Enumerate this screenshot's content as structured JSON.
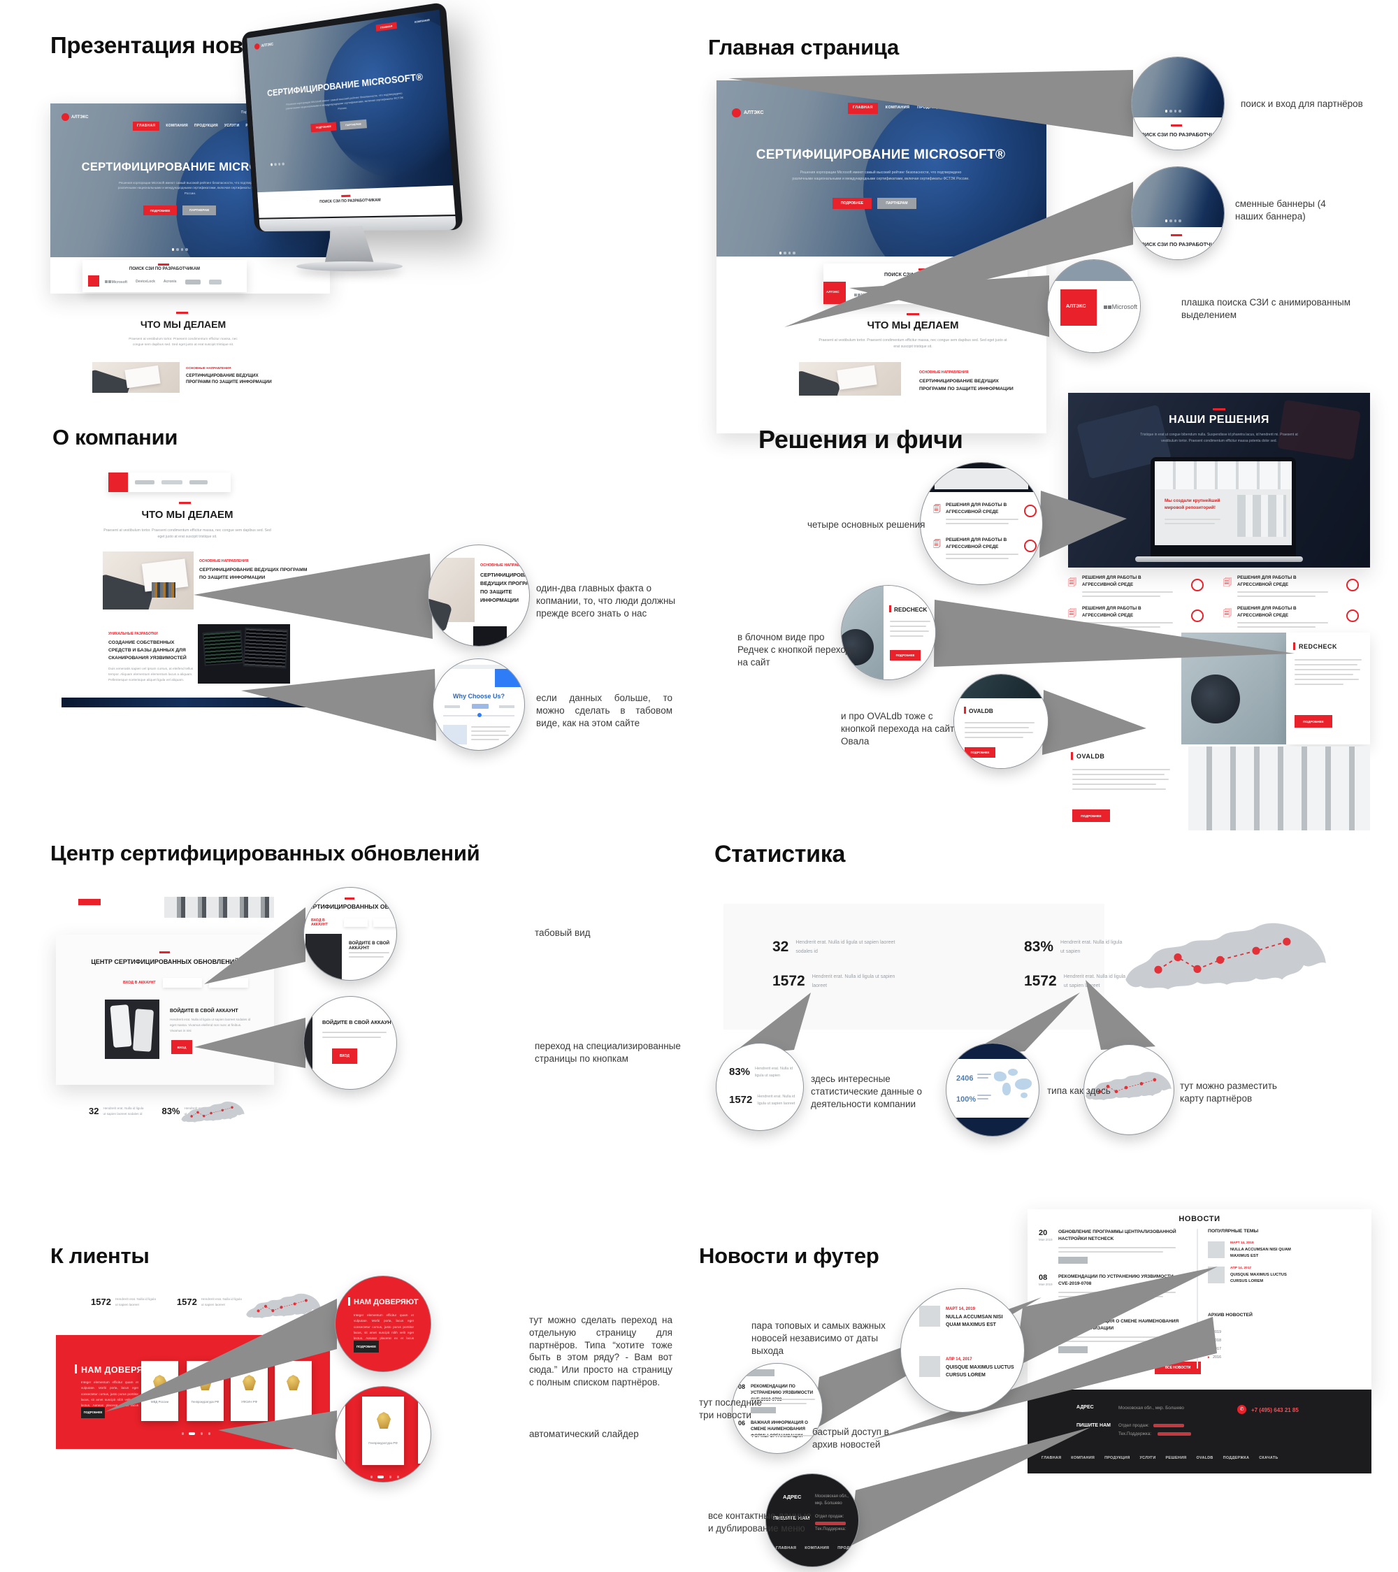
{
  "colors": {
    "accent": "#e8212a",
    "navy": "#0d2342",
    "beam": "#8d8d8d",
    "footer_bg": "#1c1c1e",
    "map_gray": "#c9cdd2"
  },
  "shared": {
    "logo_text": "АЛТЭКС",
    "partners_login": "Партнерам | Вход",
    "nav": [
      "ГЛАВНАЯ",
      "КОМПАНИЯ",
      "ПРОДУКЦИЯ",
      "УСЛУГИ",
      "РЕШЕНИЯ",
      "OVALDB",
      "ПОДДЕРЖКА",
      "СКАЧАТЬ"
    ],
    "hero_title": "СЕРТИФИЦИРОВАНИЕ MICROSOFT®",
    "hero_text": "Решения корпорации Microsoft имеют самый высокий рейтинг безопасности, что подтверждено различными национальными и международными сертификатами, включая сертификаты ФСТЭК России.",
    "btn_more": "ПОДРОБНЕЕ",
    "btn_partners": "ПАРТНЕРАМ",
    "search_szi": "ПОИСК СЗИ ПО РАЗРАБОТЧИКАМ",
    "what_we_do": "ЧТО МЫ ДЕЛАЕМ",
    "lorem": "Praesent at vestibulum tortor. Praesent condimentum efficitur massa, nec congue sem dapibus sed. Sed eget justo at erat suscipit tristique sit.",
    "dir_label": "ОСНОВНЫЕ НАПРАВЛЕНИЯ",
    "dir_title": "СЕРТИФИЦИРОВАНИЕ ВЕДУЩИХ ПРОГРАММ ПО ЗАЩИТЕ ИНФОРМАЦИИ",
    "logos": [
      "Microsoft",
      "DeviceLock",
      "Acronis"
    ],
    "ms": "Microsoft"
  },
  "presentation": {
    "title": "Презентация нового дизайна"
  },
  "home": {
    "title": "Главная страница",
    "ann_search": "поиск и вход для партнёров",
    "ann_banners": "сменные баннеры (4 наших баннера)",
    "ann_plate": "плашка поиска СЗИ с анимированным выделением"
  },
  "about": {
    "title": "О компании",
    "unique_label": "УНИКАЛЬНЫЕ РАЗРАБОТКИ",
    "unique_title": "СОЗДАНИЕ СОБСТВЕННЫХ СРЕДСТВ И БАЗЫ ДАННЫХ ДЛЯ СКАНИРОВАНИЯ УЯЗВИМОСТЕЙ",
    "unique_text": "Duis venenatis sapien vel ipsum cursus, at eleifend tellus tempor. Aliquam elementum elementum lacus a aliquam. Pellentesque scelerisque aliquet ligula vel aliquam.",
    "why_choose": "Why Choose Us?",
    "ann_facts": "один-два главных факта о копмании, то, что люди должны прежде всего знать о нас",
    "ann_tabs": "если данных больше, то можно сделать в табовом виде, как на этом сайте"
  },
  "updates": {
    "title": "Центр сертифицированных обновлений",
    "sh_title": "ЦЕНТР СЕРТИФИЦИРОВАННЫХ ОБНОВЛЕНИЙ",
    "tab_active": "ВХОД В АККАУНТ",
    "login_title": "ВОЙДИТЕ В СВОЙ АККАУНТ",
    "login_text": "Hendrerit erat. Nulla id ligula ut sapien laoreet sodales id eget massa. Vivamus eleifend non nunc at finibus. Vivamus in nisi",
    "btn_login": "ВХОД",
    "stat1_num": "32",
    "stat1_text": "Hendrerit erat. Nulla id ligula ut sapien laoreet sodales id",
    "stat2_num": "83%",
    "stat2_text": "Hendrerit erat. Nulla id ligula ut sapien",
    "ann_tabs": "табовый вид",
    "ann_buttons": "переход на специализированные страницы по кнопкам"
  },
  "stats": {
    "title": "Статистика",
    "s1_num": "32",
    "s1_text": "Hendrerit erat. Nulla id ligula ut sapien laoreet sodales id",
    "s2_num": "1572",
    "s2_text": "Hendrerit erat. Nulla id ligula ut sapien laoreet",
    "s3_num": "83%",
    "s3_text": "Hendrerit erat. Nulla id ligula ut sapien",
    "s4_num": "1572",
    "s4_text": "Hendrerit erat. Nulla id ligula ut sapien laoreet",
    "c_num1": "83%",
    "c_num2": "1572",
    "w_num1": "2406",
    "w_num2": "100%",
    "ann_data": "здесь интересные статистические данные о деятельности компании",
    "ann_like": "типа как здесь",
    "ann_map": "тут можно разместить карту партнёров"
  },
  "clients": {
    "title": "К лиенты",
    "stat_num": "1572",
    "stat_text": "Hendrerit erat. Nulla id ligula ut sapien laoreet",
    "trust_title": "НАМ ДОВЕРЯЮТ",
    "trust_text": "Integer elementum efficitur quam et vulputate. Morbi porta, lacus eget consectetur cursus, justo purus porttitor lacus, sit amet suscipit nibh velit eget lectus. Aenean placerat ex et lacus pretium",
    "btn_more": "ПОДРОБНЕЕ",
    "cards": [
      "МВД России",
      "Генпрокуратура РФ",
      "УФСИН РФ"
    ],
    "ann_partners": "тут можно сделать переход на отдельную страницу для партнёров. Типа “хотите тоже быть в этом ряду? - Вам вот сюда.” Или просто на страницу с полным списком партнёров.",
    "ann_slider": "автоматический слайдер"
  },
  "solutions": {
    "title": "Решения и фичи",
    "our_title": "НАШИ РЕШЕНИЯ",
    "our_text": "Tristique in erat ut congue bibendum nulla. Suspendisse id pharetra lacus, id hendrerit mi. Praesent at vestibulum tortor. Praesent condimentum efficitur massa potenta dolor sed.",
    "laptop_text": "Мы создали крупнейший мировой репозиторий!",
    "card_title": "РЕШЕНИЯ ДЛЯ РАБОТЫ В АГРЕССИВНОЙ СРЕДЕ",
    "redcheck": "REDCHECK",
    "ovaldb": "OVALDB",
    "ann_four": "четыре основных решения",
    "ann_redcheck": "в блочном виде про Редчек с кнопкой перехода на сайт",
    "ann_ovaldb": "и про OVALdb тоже с кнопкой перехода на сайт Овала"
  },
  "news": {
    "title": "Новости и футер",
    "heading": "НОВОСТИ",
    "item1_day": "20",
    "item1_date": "Мая 2019",
    "item1_title": "ОБНОВЛЕНИЕ ПРОГРАММЫ ЦЕНТРАЛИЗОВАННОЙ НАСТРОЙКИ NETCHECK",
    "item2_day": "08",
    "item2_date": "Мая 2019",
    "item2_title": "РЕКОМЕНДАЦИИ ПО УСТРАНЕНИЮ УЯЗВИМОСТИ CVE-2019-0708",
    "item3_day": "06",
    "item3_date": "Мая 2019",
    "item3_title": "ВАЖНАЯ ИНФОРМАЦИЯ О СМЕНЕ НАИМЕНОВАНИЯ ФОРМЫ ОРГАНИЗАЦИИ",
    "popular": "ПОПУЛЯРНЫЕ ТЕМЫ",
    "pop1_date": "МАРТ 14, 2019",
    "pop1_title": "NULLA ACCUMSAN NISI QUAM MAXIMUS EST",
    "pop2_date": "АПР 14, 2017",
    "pop2_title": "QUISQUE MAXIMUS LUCTUS CURSUS LOREM",
    "archive": "АРХИВ НОВОСТЕЙ",
    "years": [
      "2019",
      "2018",
      "2017",
      "2016"
    ],
    "btn_all": "ВСЕ НОВОСТИ",
    "ann_top": "пара топовых и самых важных новосей независимо от даты выхода",
    "ann_last": "тут последние три новости",
    "ann_archive": "бастрый доступ в архив новостей",
    "ann_footer": "все контактные данные и дублирование меню",
    "footer": {
      "address_label": "АДРЕС",
      "address": "Московская обл., мкр. Болшево",
      "write_label": "ПИШИТЕ НАМ",
      "sales": "Отдел продаж:",
      "support": "Тех.Поддержка:",
      "phone": "+7 (495) 643 21 85"
    }
  }
}
